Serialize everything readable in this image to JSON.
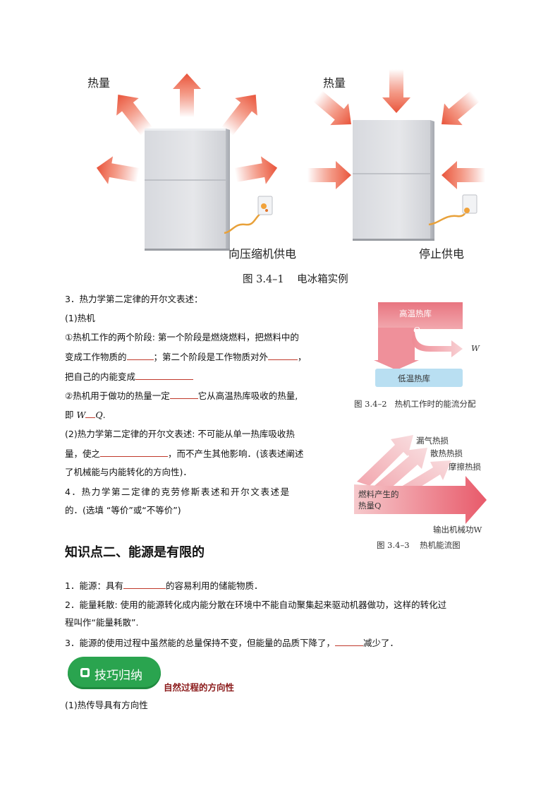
{
  "figure1": {
    "left_heat_label": "热量",
    "right_heat_label": "热量",
    "left_power_label": "向压缩机供电",
    "right_power_label": "停止供电",
    "caption": "图 3.4–1    电冰箱实例"
  },
  "section3": {
    "title": "3．热力学第二定律的开尔文表述：",
    "item1_title": "(1)热机",
    "line1": "①热机工作的两个阶段: 第一个阶段是燃烧燃料，把燃料中的",
    "line2a": "变成工作物质的",
    "line2b": "；第二个阶段是工作物质对外",
    "line2c": "，",
    "line3a": "把自己的内能变成",
    "line4a": "②热机用于做功的热量一定",
    "line4b": "它从高温热库吸收的热量,",
    "line5a": "即 ",
    "line5b": "W",
    "line5c": "Q",
    "line5d": ".",
    "line6": "(2)热力学第二定律的开尔文表述: 不可能从单一热库吸收热",
    "line7a": "量，使之",
    "line7b": "，而不产生其他影响．(该表述阐述",
    "line8": "了机械能与内能转化的方向性)．",
    "line9": "4．热力学第二定律的克劳修斯表述和开尔文表述是",
    "line10": "的．(选填 “等价”或“不等价”)"
  },
  "figure2": {
    "top_box": "高温热库",
    "q_label": "Q",
    "w_label": "W",
    "bottom_box": "低温热库",
    "caption": "图 3.4–2   热机工作时的能流分配"
  },
  "figure3": {
    "loss1": "漏气热损",
    "loss2": "散热热损",
    "loss3": "摩擦热损",
    "source": "燃料产生的",
    "source2": "热量Q",
    "output": "输出机械功W",
    "caption": "图 3.4–3    热机能流图"
  },
  "section_two": {
    "heading": "知识点二、能源是有限的",
    "p1a": "1．能源：具有",
    "p1b": "的容易利用的储能物质．",
    "p2": "2．能量耗散: 使用的能源转化成内能分散在环境中不能自动聚集起来驱动机器做功，这样的转化过",
    "p3": "程叫作“能量耗散”.",
    "p4a": "3．能源的使用过程中虽然能的总量保持不变，但能量的品质下降了，",
    "p4b": "减少了．"
  },
  "tip": {
    "badge": "技巧归纳",
    "subtitle": "自然过程的方向性",
    "item1": "(1)热传导具有方向性"
  },
  "colors": {
    "arrow_red": "#e8533a",
    "box_pink": "#ef8a94",
    "box_blue": "#b9dff2",
    "badge_green": "#2aa44f",
    "subhead_red": "#8b1a1a"
  }
}
